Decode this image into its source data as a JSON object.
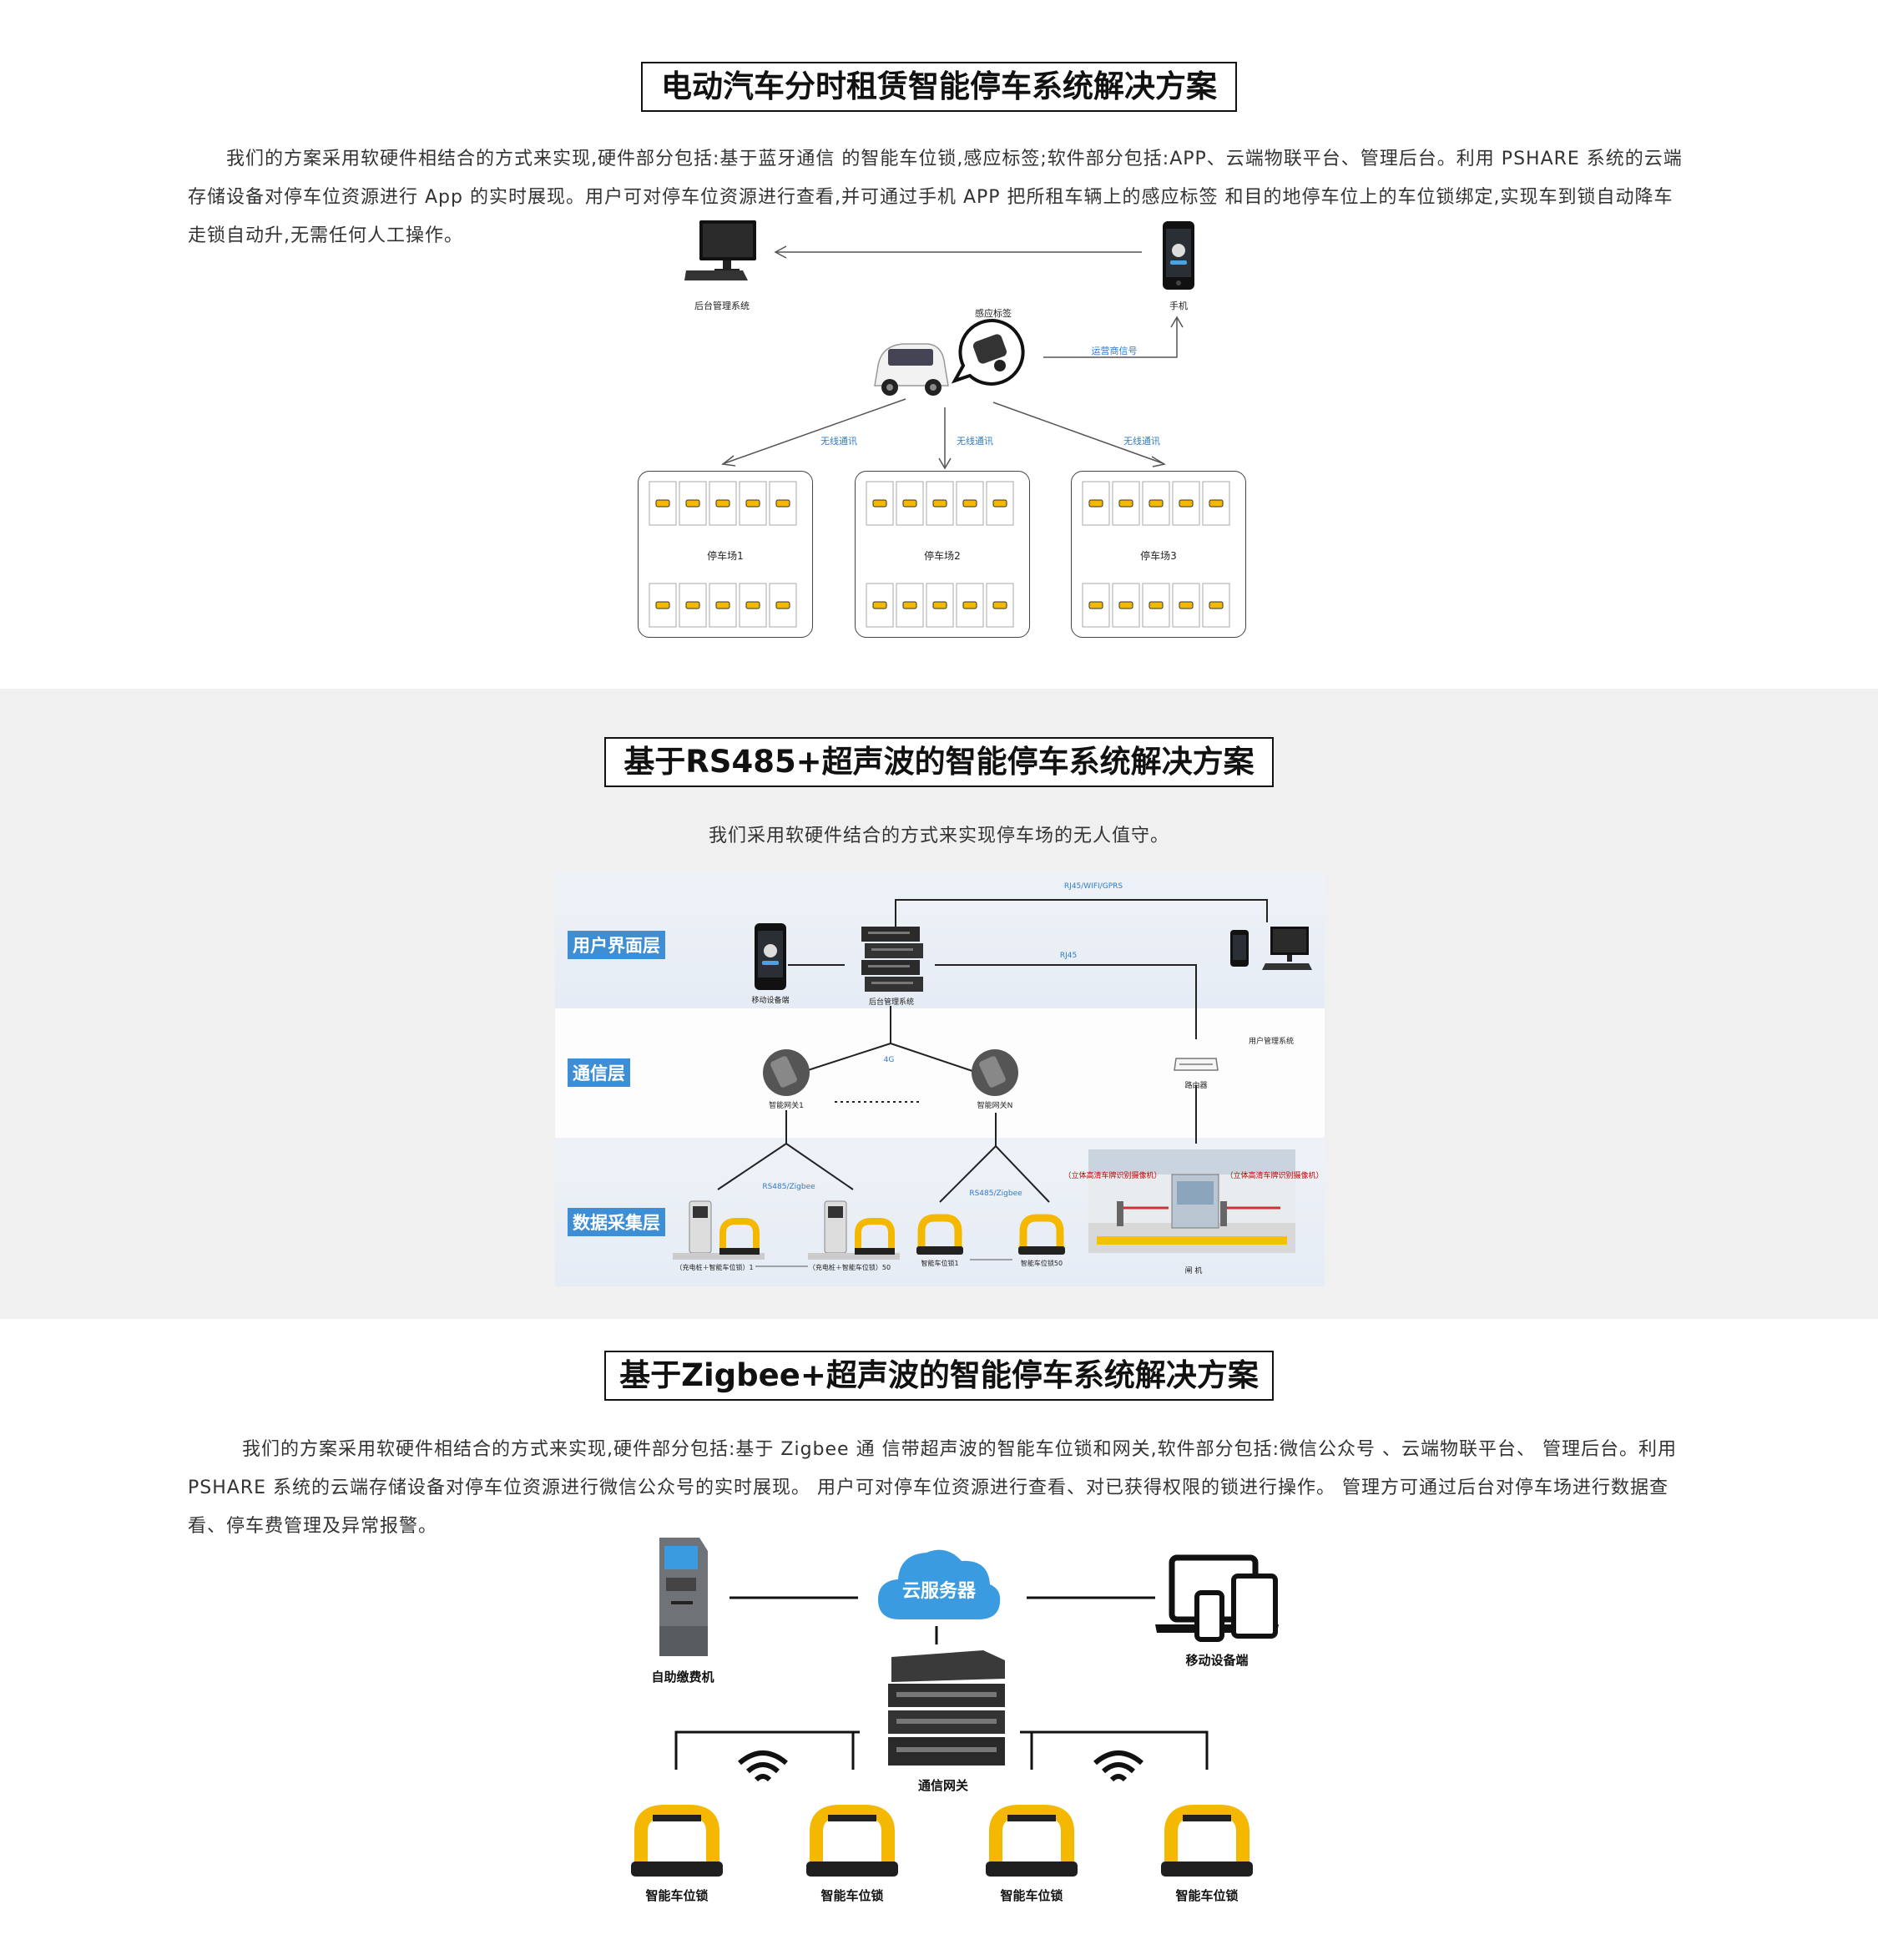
{
  "section1": {
    "title": "电动汽车分时租赁智能停车系统解决方案",
    "paragraph": "我们的方案采用软硬件相结合的方式来实现,硬件部分包括:基于蓝牙通信 的智能车位锁,感应标签;软件部分包括:APP、云端物联平台、管理后台。利用 PSHARE 系统的云端存储设备对停车位资源进行 App 的实时展现。用户可对停车位资源进行查看,并可通过手机 APP 把所租车辆上的感应标签 和目的地停车位上的车位锁绑定,实现车到锁自动降车走锁自动升,无需任何人工操作。",
    "labels": {
      "backend": "后台管理系统",
      "phone": "手机",
      "tag": "感应标签",
      "carrier": "运营商信号",
      "wireless": "无线通讯",
      "lots": [
        "停车场1",
        "停车场2",
        "停车场3"
      ]
    }
  },
  "section2": {
    "title": "基于RS485+超声波的智能停车系统解决方案",
    "subtitle": "我们采用软硬件结合的方式来实现停车场的无人值守。",
    "layers": [
      "用户界面层",
      "通信层",
      "数据采集层"
    ],
    "labels": {
      "top_link": "RJ45/WIFI/GPRS",
      "rj45": "RJ45",
      "mobile": "移动设备端",
      "backend": "后台管理系统",
      "user_mgmt": "用户管理系统",
      "router": "路由器",
      "link_4g": "4G",
      "gateway1": "智能网关1",
      "gatewayN": "智能网关N",
      "rs485_a": "RS485/Zigbee",
      "rs485_b": "RS485/Zigbee",
      "charger1": "（充电桩＋智能车位锁）1",
      "charger50": "（充电桩＋智能车位锁）50",
      "lock1": "智能车位锁1",
      "lock50": "智能车位锁50",
      "cam_left": "（立体高清车牌识别摄像机）",
      "cam_right": "（立体高清车牌识别摄像机）",
      "gate": "闸 机"
    }
  },
  "section3": {
    "title": "基于Zigbee+超声波的智能停车系统解决方案",
    "paragraph": "我们的方案采用软硬件相结合的方式来实现,硬件部分包括:基于 Zigbee 通 信带超声波的智能车位锁和网关,软件部分包括:微信公众号 、云端物联平台、 管理后台。利用 PSHARE 系统的云端存储设备对停车位资源进行微信公众号的实时展现。 用户可对停车位资源进行查看、对已获得权限的锁进行操作。 管理方可通过后台对停车场进行数据查看、停车费管理及异常报警。",
    "labels": {
      "cloud": "云服务器",
      "kiosk": "自助缴费机",
      "mobile": "移动设备端",
      "gateway": "通信网关",
      "locks": [
        "智能车位锁",
        "智能车位锁",
        "智能车位锁",
        "智能车位锁"
      ]
    }
  },
  "colors": {
    "accent_blue": "#3d8ed4",
    "lock_yellow": "#f5b800",
    "section2_bg": "#f0f0f0"
  }
}
